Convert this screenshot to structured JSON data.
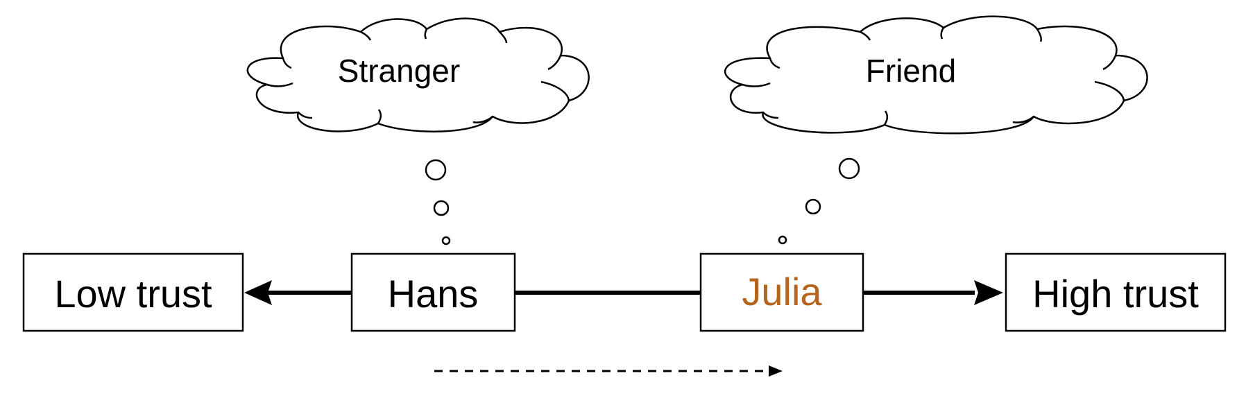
{
  "diagram": {
    "nodes": {
      "low_trust": {
        "label": "Low trust"
      },
      "hans": {
        "label": "Hans"
      },
      "julia": {
        "label": "Julia",
        "color": "#b5651d"
      },
      "high_trust": {
        "label": "High trust"
      }
    },
    "thoughts": {
      "hans": {
        "label": "Stranger"
      },
      "julia": {
        "label": "Friend"
      }
    },
    "edges": [
      {
        "from": "hans",
        "to": "low_trust",
        "style": "solid",
        "arrow": "filled"
      },
      {
        "from": "hans",
        "to": "julia",
        "style": "solid",
        "arrow": "none"
      },
      {
        "from": "julia",
        "to": "high_trust",
        "style": "solid",
        "arrow": "filled"
      }
    ],
    "movement_arrow": {
      "style": "dashed",
      "direction": "right"
    },
    "colors": {
      "stroke": "#000000",
      "text": "#000000",
      "highlight": "#b5651d",
      "background": "#ffffff"
    }
  }
}
